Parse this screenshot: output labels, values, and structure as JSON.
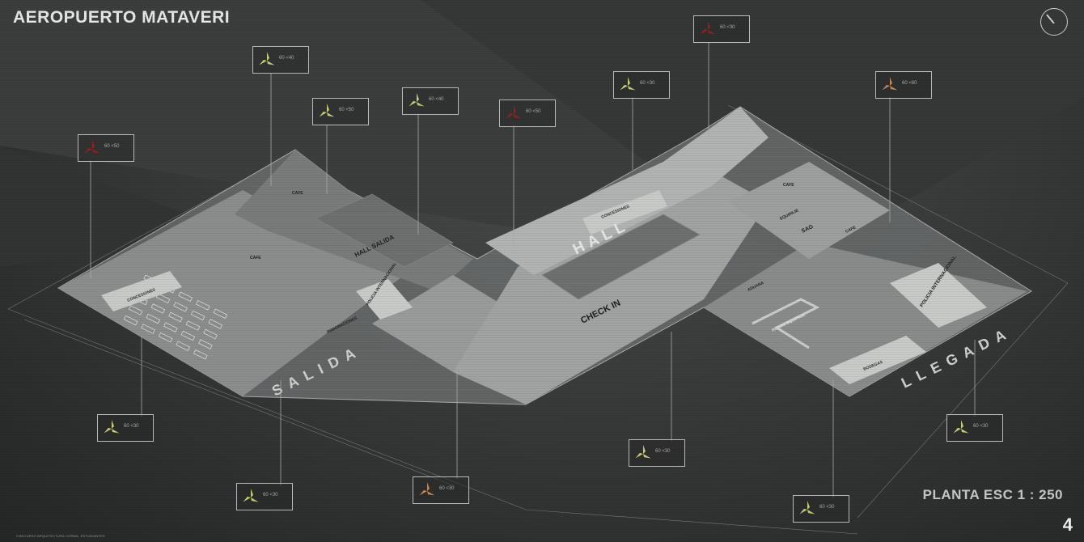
{
  "title": "AEROPUERTO MATAVERI",
  "scale_label": "PLANTA ESC 1 : 250",
  "page_number": "4",
  "footer_note": "CONCURSO ARQUITECTURA CORMA, ESTUDIANTES",
  "zones": {
    "salida": "SALIDA",
    "llegada": "LLEGADA",
    "hall": "HALL",
    "check_in": "CHECK IN",
    "hall_salida": "HALL SALIDA",
    "concesiones_left": "CONCESIONES",
    "concesiones_hall": "CONCESIONES",
    "cafe_top": "CAFE",
    "cafe_left": "CAFE",
    "cafe_right_top": "CAFE",
    "cafe_right": "CAFE",
    "inmigraciones": "INMIGRACIONES",
    "policia_left": "POLICIA INTERNACIONAL",
    "policia_right": "POLICIA INTERNACIONAL",
    "aduana": "ADUANA",
    "equipaje": "EQUIPAJE",
    "sag": "SAG",
    "retiro_equipaje": "RETIRO EQUIPAJE",
    "bodegas": "BODEGAS"
  },
  "colors": {
    "background": "#2b2d2d",
    "floor": "#8e9090",
    "floor_light": "#c9cbc9",
    "accent_yellow": "#c9d07a",
    "accent_red": "#9a1f1f",
    "accent_orange": "#c48a5a"
  },
  "sensor_signs": [
    {
      "icon": "fan-icon-red",
      "color": "#9a1f1f",
      "text": "60 <50"
    },
    {
      "icon": "fan-icon-yellow",
      "color": "#c9d07a",
      "text": "60 <40"
    },
    {
      "icon": "fan-icon-yellow",
      "color": "#c9d07a",
      "text": "60 <50"
    },
    {
      "icon": "fan-icon-yellow",
      "color": "#c9d07a",
      "text": "60 <40"
    },
    {
      "icon": "fan-icon-red",
      "color": "#9a1f1f",
      "text": "60 <50"
    },
    {
      "icon": "fan-icon-yellow",
      "color": "#c9d07a",
      "text": "60 <30"
    },
    {
      "icon": "fan-icon-red",
      "color": "#9a1f1f",
      "text": "60 <30"
    },
    {
      "icon": "fan-icon-orange",
      "color": "#c48a5a",
      "text": "60 <60"
    },
    {
      "icon": "fan-icon-yellow",
      "color": "#c9d07a",
      "text": "60 <30"
    },
    {
      "icon": "fan-icon-yellow",
      "color": "#c9d07a",
      "text": "60 <30"
    },
    {
      "icon": "fan-icon-orange",
      "color": "#c48a5a",
      "text": "60 <30"
    },
    {
      "icon": "fan-icon-yellow",
      "color": "#c9d07a",
      "text": "60 <30"
    },
    {
      "icon": "fan-icon-yellow",
      "color": "#c9d07a",
      "text": "60 <30"
    },
    {
      "icon": "fan-icon-yellow",
      "color": "#c9d07a",
      "text": "60 <30"
    }
  ]
}
